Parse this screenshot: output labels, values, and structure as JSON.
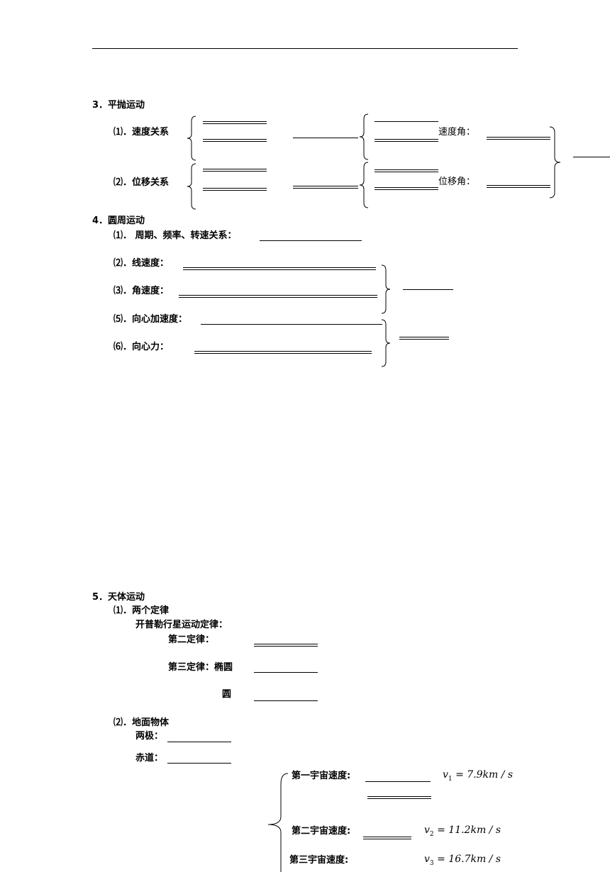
{
  "s3": {
    "heading": "3．平抛运动",
    "velocity_label": "⑴．速度关系",
    "displacement_label": "⑵．位移关系",
    "velocity_angle": "速度角：",
    "displacement_angle": "位移角："
  },
  "s4": {
    "heading": "4．圆周运动",
    "item1": "⑴．  周期、频率、转速关系：",
    "item2": "⑵．线速度：",
    "item3": "⑶．角速度：",
    "item5": "⑸．向心加速度：",
    "item6": "⑹．向心力："
  },
  "s5": {
    "heading": "5．天体运动",
    "sub1": "⑴．两个定律",
    "kepler": "开普勒行星运动定律：",
    "law2": "第二定律：",
    "law3": "第三定律：椭圆",
    "circle": "圆",
    "sub2": "⑵．地面物体",
    "poles": "两极：",
    "equator": "赤道：",
    "v1_label": "第一宇宙速度:",
    "v2_label": "第二宇宙速度:",
    "v3_label": "第三宇宙速度:",
    "v1_var": "v",
    "v1_sub": "1",
    "v1_val": "= 7.9km / s",
    "v2_var": "v",
    "v2_sub": "2",
    "v2_val": "= 11.2km / s",
    "v3_var": "v",
    "v3_sub": "3",
    "v3_val": "= 16.7km / s"
  }
}
